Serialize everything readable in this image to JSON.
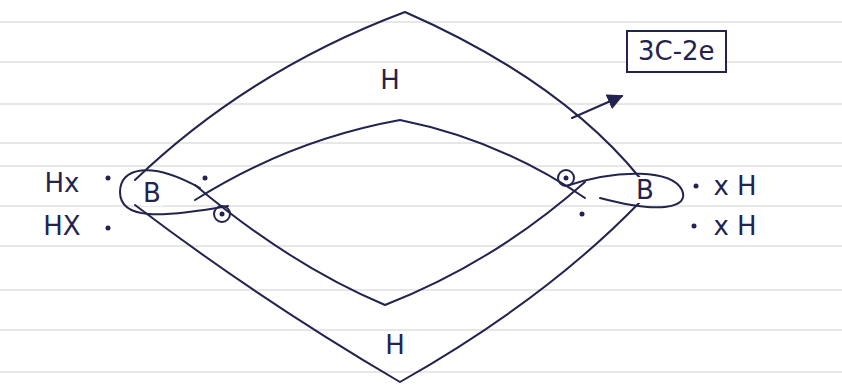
{
  "diagram": {
    "nodes": [
      {
        "text": [
          "3C-2e"
        ]
      }
    ],
    "labels": [
      "H",
      "H",
      "Hx",
      "HX",
      "B",
      "B",
      "x H",
      "x H"
    ]
  }
}
